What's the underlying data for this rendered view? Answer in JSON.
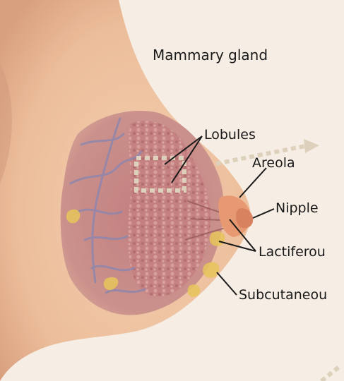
{
  "title": "Mammary gland",
  "labels": {
    "lobules": "Lobules",
    "areola": "Areola",
    "nipple": "Nipple",
    "lactiferous": "Lactiferou",
    "subcutaneous": "Subcutaneou"
  },
  "colors": {
    "background": "#f6ede4",
    "skin": "#f1c6a6",
    "skin_shadow": "#dba486",
    "gland_tissue": "#c98a88",
    "vessel": "#8f86ad",
    "fat": "#e8c55a",
    "areola": "#e79a72",
    "highlight_box": "#ddd1bc",
    "leader_line": "#1a1a1a"
  }
}
